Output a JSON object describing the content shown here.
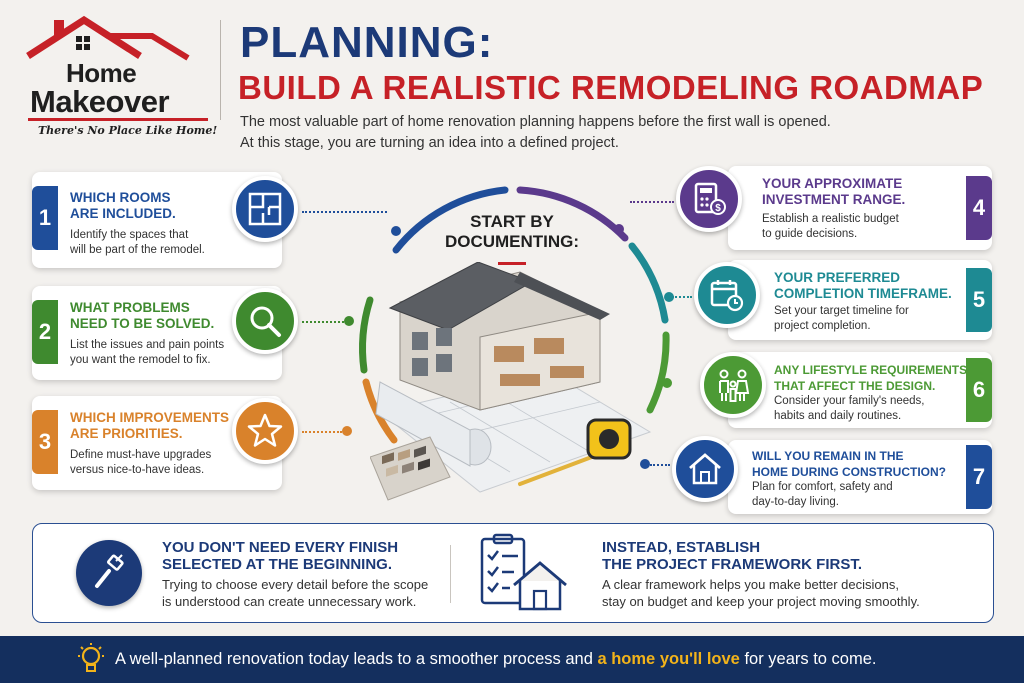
{
  "brand": {
    "line1": "Home",
    "line2": "Makeover",
    "tagline": "There's No Place Like Home!"
  },
  "header": {
    "title": "PLANNING:",
    "subtitle": "BUILD A REALISTIC REMODELING ROADMAP",
    "intro_line1": "The most valuable part of home renovation planning happens before the first wall is opened.",
    "intro_line2": "At this stage, you are turning an idea into a defined project."
  },
  "center": {
    "title_line1": "START BY",
    "title_line2": "DOCUMENTING:"
  },
  "steps": [
    {
      "number": "1",
      "head1": "WHICH ROOMS",
      "head2": "ARE INCLUDED.",
      "desc1": "Identify the spaces that",
      "desc2": "will be part of the remodel.",
      "color": "#1f4e9a",
      "icon": "floor-plan-icon"
    },
    {
      "number": "2",
      "head1": "WHAT PROBLEMS",
      "head2": "NEED TO BE SOLVED.",
      "desc1": "List the issues and pain points",
      "desc2": "you want the remodel to fix.",
      "color": "#3f8a2f",
      "icon": "magnifier-icon"
    },
    {
      "number": "3",
      "head1": "WHICH IMPROVEMENTS",
      "head2": "ARE PRIORITIES.",
      "desc1": "Define must-have upgrades",
      "desc2": "versus nice-to-have ideas.",
      "color": "#d9822b",
      "icon": "star-icon"
    },
    {
      "number": "4",
      "head1": "YOUR APPROXIMATE",
      "head2": "INVESTMENT RANGE.",
      "desc1": "Establish a realistic budget",
      "desc2": "to guide decisions.",
      "color": "#5b3a8c",
      "icon": "calculator-icon"
    },
    {
      "number": "5",
      "head1": "YOUR PREFERRED",
      "head2": "COMPLETION TIMEFRAME.",
      "desc1": "Set your target timeline for",
      "desc2": "project completion.",
      "color": "#1e8a93",
      "icon": "calendar-clock-icon"
    },
    {
      "number": "6",
      "head1": "ANY LIFESTYLE REQUIREMENTS",
      "head2": "THAT AFFECT THE DESIGN.",
      "desc1": "Consider your family's needs,",
      "desc2": "habits and daily routines.",
      "color": "#4c9a35",
      "icon": "family-icon"
    },
    {
      "number": "7",
      "head1": "WILL YOU REMAIN IN THE",
      "head2": "HOME DURING CONSTRUCTION?",
      "desc1": "Plan for comfort, safety and",
      "desc2": "day-to-day living.",
      "color": "#1f4e9a",
      "icon": "house-icon"
    }
  ],
  "bottom": {
    "left_head1": "YOU DON'T NEED EVERY FINISH",
    "left_head2": "SELECTED AT THE BEGINNING.",
    "left_desc1": "Trying to choose every detail before the scope",
    "left_desc2": "is understood can create unnecessary work.",
    "right_head1": "INSTEAD, ESTABLISH",
    "right_head2": "THE PROJECT FRAMEWORK FIRST.",
    "right_desc1": "A clear framework helps you make better decisions,",
    "right_desc2": "stay on budget and keep your project moving smoothly."
  },
  "footer": {
    "text_before": "A well-planned renovation today leads to a smoother process and ",
    "highlight": "a home you'll love",
    "text_after": " for years to come."
  },
  "colors": {
    "navy": "#1c3a78",
    "red": "#c62127",
    "footer_bg": "#142f5e",
    "highlight": "#f2b31a"
  }
}
